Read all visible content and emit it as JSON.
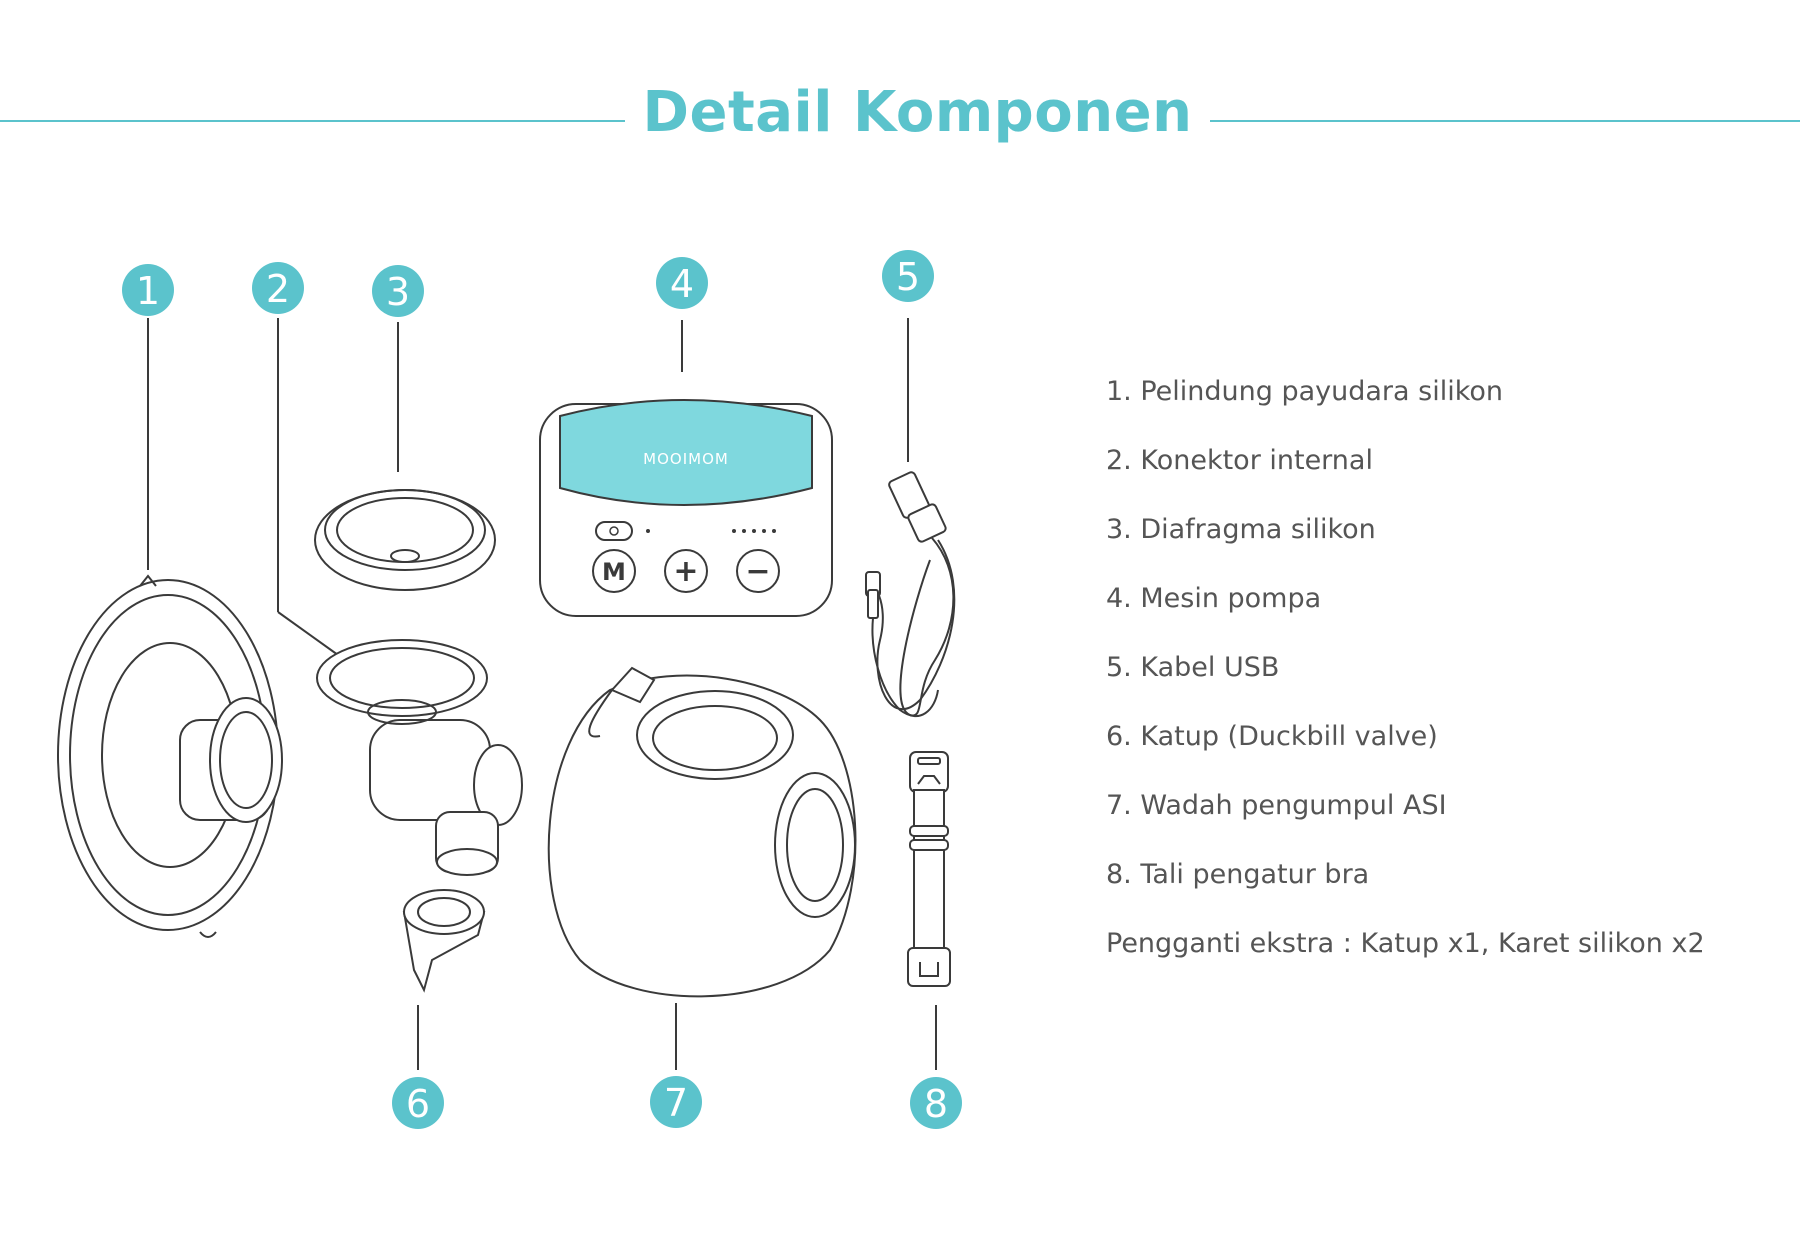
{
  "title": "Detail Komponen",
  "brand": "MOOIMOM",
  "colors": {
    "accent": "#5bc3cc",
    "panel": "#7fd8de",
    "stroke": "#3a3a3a",
    "text": "#555555"
  },
  "callouts": [
    "1",
    "2",
    "3",
    "4",
    "5",
    "6",
    "7",
    "8"
  ],
  "pump_buttons": {
    "mode": "M",
    "plus": "+",
    "minus": "−"
  },
  "legend": [
    "1. Pelindung payudara silikon",
    "2. Konektor internal",
    "3. Diafragma silikon",
    "4. Mesin pompa",
    "5. Kabel USB",
    "6. Katup (Duckbill valve)",
    "7. Wadah pengumpul ASI",
    "8. Tali pengatur bra",
    "Pengganti ekstra : Katup x1, Karet silikon x2"
  ]
}
